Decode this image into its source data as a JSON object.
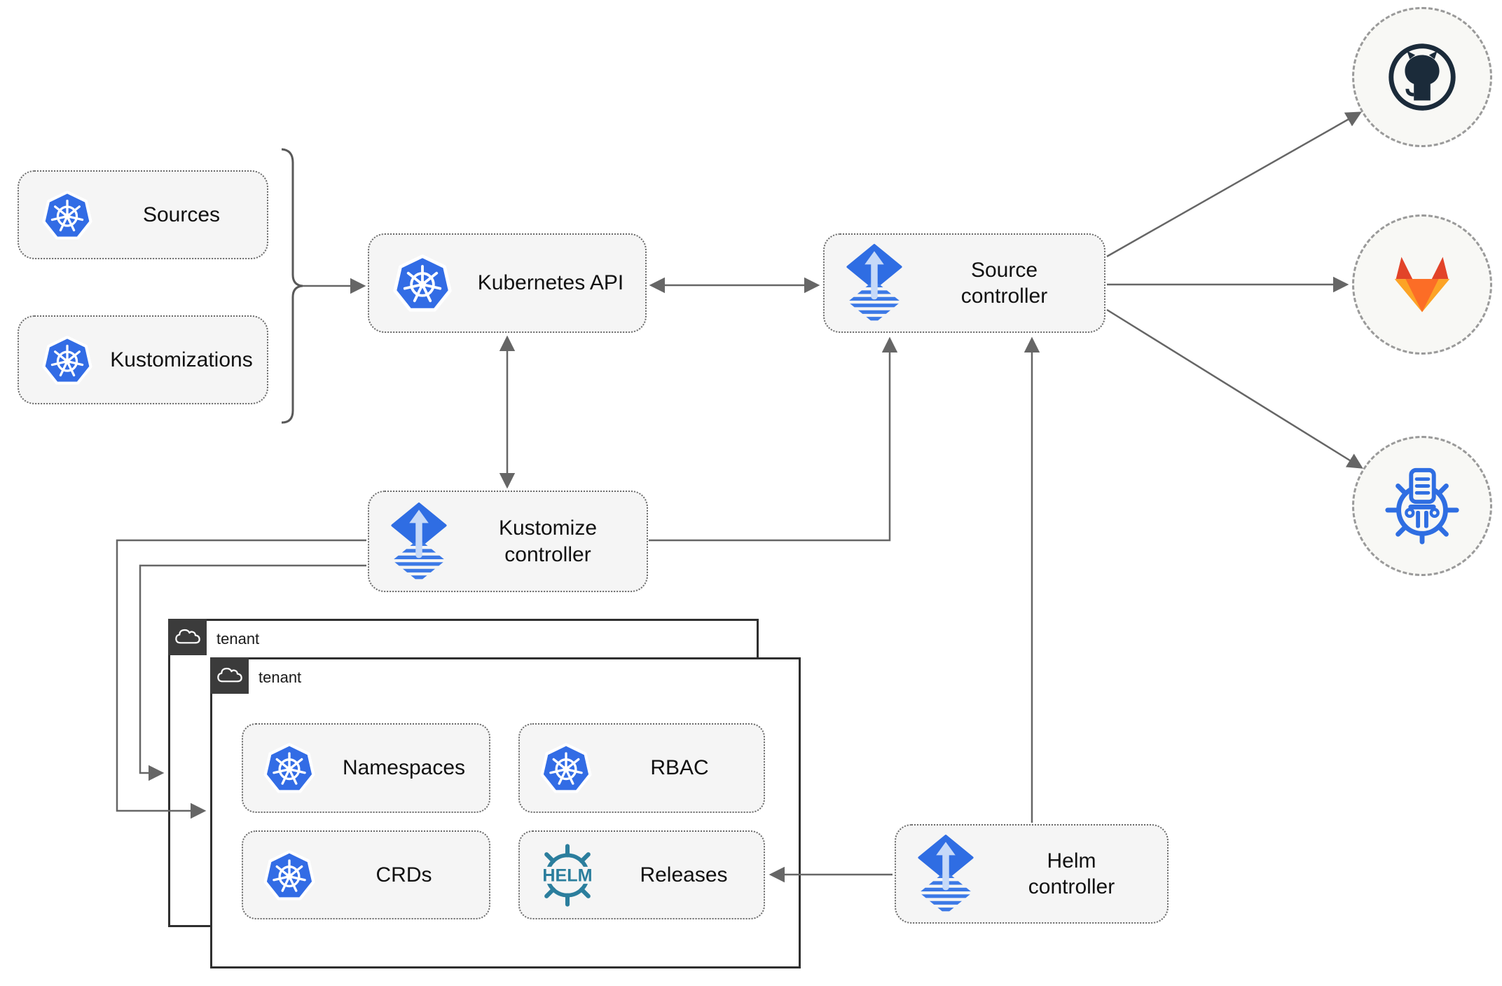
{
  "nodes": {
    "sources": {
      "label": "Sources"
    },
    "kustomizations": {
      "label": "Kustomizations"
    },
    "kubernetes_api": {
      "label": "Kubernetes API"
    },
    "source_controller": {
      "label": "Source controller"
    },
    "kustomize_controller": {
      "label": "Kustomize controller"
    },
    "helm_controller": {
      "label": "Helm controller"
    },
    "namespaces": {
      "label": "Namespaces"
    },
    "rbac": {
      "label": "RBAC"
    },
    "crds": {
      "label": "CRDs"
    },
    "releases": {
      "label": "Releases"
    }
  },
  "groups": {
    "tenant_back": {
      "label": "tenant"
    },
    "tenant_front": {
      "label": "tenant"
    }
  },
  "icons": {
    "kubernetes": "kubernetes-wheel",
    "flux": "flux-diamond-arrow",
    "helm_wheel_text": "HELM",
    "cloud": "cloud-outline",
    "github": "github-octocat",
    "gitlab": "gitlab-tanuki",
    "helm_repository": "chartmuseum-column-wheel"
  },
  "colors": {
    "kubernetes_blue": "#326ce5",
    "flux_blue": "#2f6de3",
    "flux_arrow_light": "#c6d9f8",
    "helm_teal": "#2b7e9d",
    "github_dark": "#1b2b3a",
    "gitlab_red": "#e24329",
    "gitlab_orange": "#fc6d26",
    "gitlab_yellow": "#fca326",
    "chartmuseum_blue": "#2f6ee2",
    "node_fill": "#f5f5f5",
    "line_gray": "#666666",
    "tenant_tab": "#3b3b3b"
  }
}
